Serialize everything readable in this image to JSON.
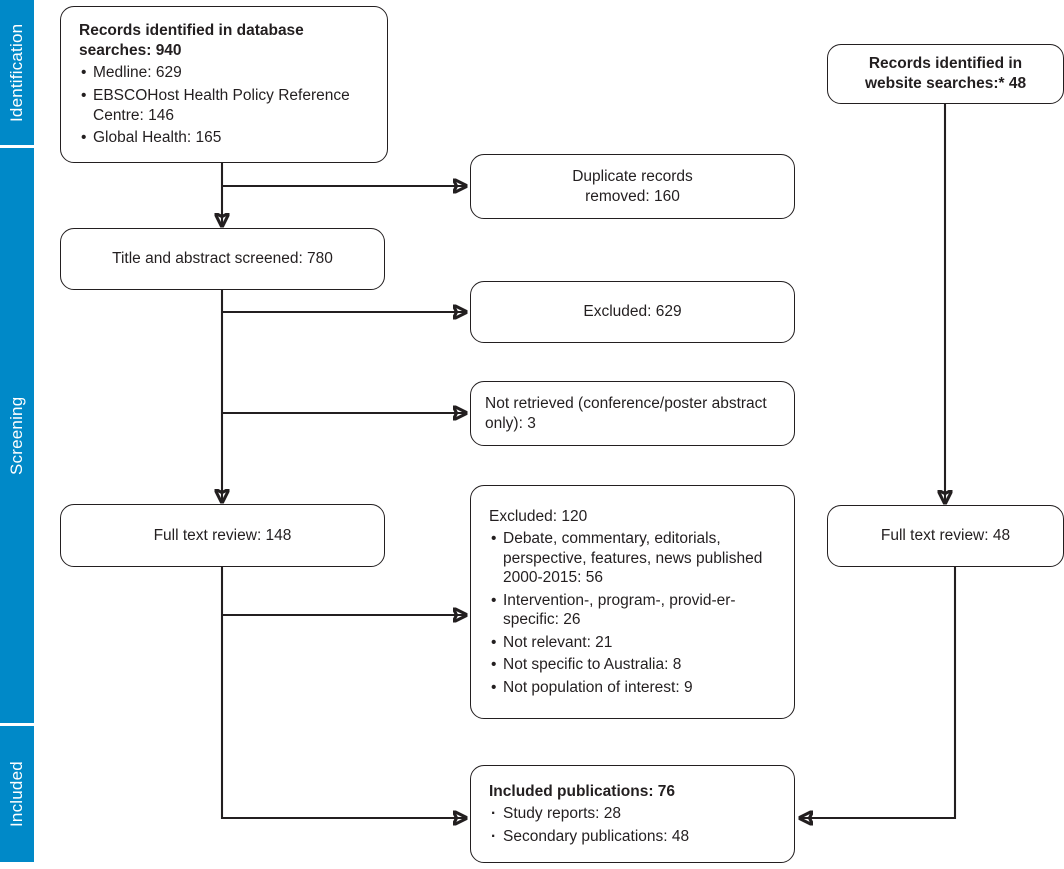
{
  "figure": {
    "type": "prisma-flow-diagram",
    "title": "PRISMA study selection flow diagram",
    "background_color": "#ffffff",
    "line_color": "#231f20",
    "stage_bar_color": "#0089c8"
  },
  "stages": [
    {
      "id": "identification",
      "label": "Identification"
    },
    {
      "id": "screening",
      "label": "Screening"
    },
    {
      "id": "included",
      "label": "Included"
    }
  ],
  "nodes": {
    "database_searches": {
      "title": "Records identified in database searches: 940",
      "bold": true,
      "align": "left",
      "bullets": [
        "Medline: 629",
        "EBSCOHost Health Policy Reference Centre: 146",
        "Global Health: 165"
      ]
    },
    "website_searches": {
      "title": "Records identified in\nwebsite searches:* 48",
      "bold": true,
      "align": "center",
      "bullets": []
    },
    "duplicates_removed": {
      "title": "Duplicate records\nremoved: 160",
      "bold": false,
      "align": "center",
      "bullets": []
    },
    "title_abstract_screened": {
      "title": "Title and abstract screened: 780",
      "bold": false,
      "align": "center",
      "bullets": []
    },
    "excluded_629": {
      "title": "Excluded: 629",
      "bold": false,
      "align": "center",
      "bullets": []
    },
    "not_retrieved": {
      "title": "Not retrieved (conference/poster abstract only): 3",
      "bold": false,
      "align": "left",
      "bullets": []
    },
    "full_text_review_left": {
      "title": "Full text review: 148",
      "bold": false,
      "align": "center",
      "bullets": []
    },
    "full_text_review_right": {
      "title": "Full text review: 48",
      "bold": false,
      "align": "center",
      "bullets": []
    },
    "excluded_120": {
      "title": "Excluded: 120",
      "bold": false,
      "align": "left",
      "bullets": [
        "Debate, commentary, editorials, perspective, features, news published 2000-2015: 56",
        "Intervention-, program-, provid-er-specific: 26",
        "Not relevant: 21",
        "Not specific to Australia: 8",
        "Not population of interest: 9"
      ]
    },
    "included_publications": {
      "title": "Included publications: 76",
      "bold": true,
      "align": "left",
      "bullets": [
        "Study reports: 28",
        "Secondary publications: 48"
      ]
    }
  },
  "chart_data": {
    "type": "flowchart",
    "counts": {
      "records_identified_database": 940,
      "medline": 629,
      "ebscohost_health_policy_reference_centre": 146,
      "global_health": 165,
      "records_identified_website": 48,
      "duplicate_records_removed": 160,
      "title_abstract_screened": 780,
      "excluded_after_screening": 629,
      "not_retrieved_conference_poster_abstract_only": 3,
      "full_text_review_database": 148,
      "full_text_review_website": 48,
      "excluded_after_full_text": 120,
      "excluded_debate_commentary_editorials_2000_2015": 56,
      "excluded_intervention_program_provider_specific": 26,
      "excluded_not_relevant": 21,
      "excluded_not_specific_to_australia": 8,
      "excluded_not_population_of_interest": 9,
      "included_publications": 76,
      "study_reports": 28,
      "secondary_publications": 48
    },
    "edges": [
      {
        "from": "database_searches",
        "to": "duplicates_removed"
      },
      {
        "from": "database_searches",
        "to": "title_abstract_screened"
      },
      {
        "from": "title_abstract_screened",
        "to": "excluded_629"
      },
      {
        "from": "title_abstract_screened",
        "to": "not_retrieved"
      },
      {
        "from": "title_abstract_screened",
        "to": "full_text_review_left"
      },
      {
        "from": "full_text_review_left",
        "to": "excluded_120"
      },
      {
        "from": "full_text_review_left",
        "to": "included_publications"
      },
      {
        "from": "website_searches",
        "to": "full_text_review_right"
      },
      {
        "from": "full_text_review_right",
        "to": "included_publications"
      }
    ]
  }
}
